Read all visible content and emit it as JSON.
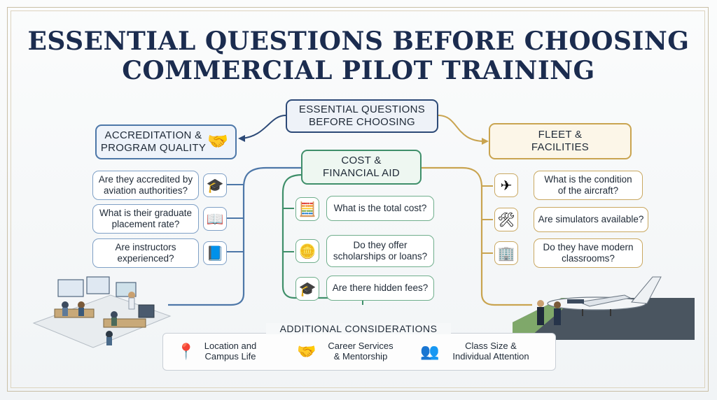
{
  "title": {
    "line1": "ESSENTIAL QUESTIONS BEFORE CHOOSING",
    "line2": "COMMERCIAL PILOT TRAINING"
  },
  "center": {
    "line1": "ESSENTIAL QUESTIONS",
    "line2": "BEFORE CHOOSING"
  },
  "accreditation": {
    "line1": "ACCREDITATION &",
    "line2": "PROGRAM QUALITY",
    "icon": "handshake-icon",
    "questions": [
      {
        "line1": "Are they accredited by",
        "line2": "aviation authorities?",
        "icon": "graduation-cap-icon"
      },
      {
        "line1": "What is their graduate",
        "line2": "placement rate?",
        "icon": "open-book-icon"
      },
      {
        "line1": "Are instructors",
        "line2": "experienced?",
        "icon": "book-icon"
      }
    ]
  },
  "cost": {
    "line1": "COST &",
    "line2": "FINANCIAL AID",
    "questions": [
      {
        "line1": "What is the total cost?",
        "line2": "",
        "icon": "calculator-icon"
      },
      {
        "line1": "Do they offer",
        "line2": "scholarships or loans?",
        "icon": "coins-icon"
      },
      {
        "line1": "Are there hidden fees?",
        "line2": "",
        "icon": "graduation-money-icon"
      }
    ]
  },
  "fleet": {
    "line1": "FLEET &",
    "line2": "FACILITIES",
    "questions": [
      {
        "line1": "What is the condition",
        "line2": "of the aircraft?",
        "icon": "airplane-icon"
      },
      {
        "line1": "Are simulators available?",
        "line2": "",
        "icon": "tools-icon"
      },
      {
        "line1": "Do they have modern",
        "line2": "classrooms?",
        "icon": "building-icon"
      }
    ]
  },
  "additional": {
    "title": "ADDITIONAL CONSIDERATIONS",
    "items": [
      {
        "line1": "Location and",
        "line2": "Campus Life",
        "icon": "map-pin-icon"
      },
      {
        "line1": "Career Services",
        "line2": "& Mentorship",
        "icon": "handshake-icon"
      },
      {
        "line1": "Class Size &",
        "line2": "Individual Attention",
        "icon": "people-icon"
      }
    ]
  },
  "colors": {
    "navy": "#2d4a77",
    "blue": "#4d77a8",
    "green": "#3f8f6a",
    "gold": "#c9a450"
  }
}
